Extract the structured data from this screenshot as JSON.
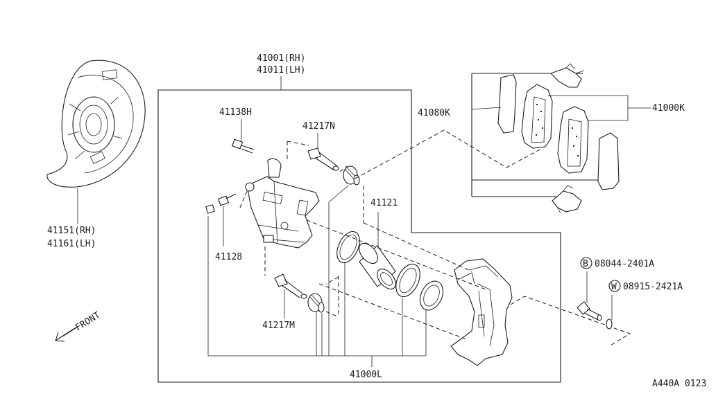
{
  "labels": {
    "caliper_rh": "41001(RH)",
    "caliper_lh": "41011(LH)",
    "bleeder_cap": "41138H",
    "pin_upper": "41217N",
    "pad_kit": "41080K",
    "pad_assembly": "41000K",
    "piston": "41121",
    "bleeder_screw": "41128",
    "pin_lower": "41217M",
    "shield_rh": "41151(RH)",
    "shield_lh": "41161(LH)",
    "bolt_code": "B",
    "bolt_part": "08044-2401A",
    "washer_code": "W",
    "washer_part": "08915-2421A",
    "front_label": "FRONT",
    "caliper_assy": "41000L",
    "diagram_code": "A440A 0123"
  }
}
